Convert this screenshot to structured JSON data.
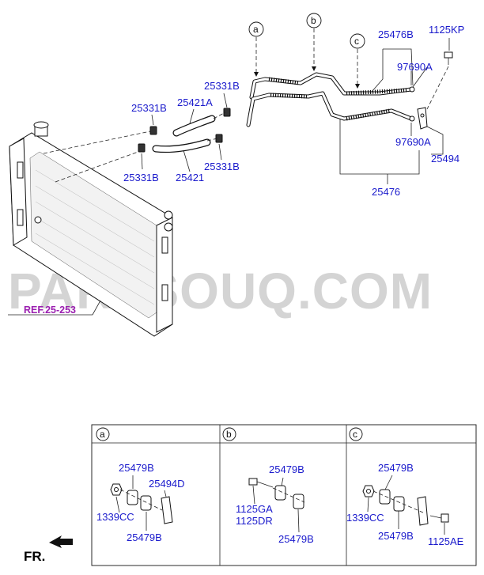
{
  "watermark": "PARTSOUQ.COM",
  "callouts": {
    "a": "a",
    "b": "b",
    "c": "c"
  },
  "labels": {
    "p_25476B": "25476B",
    "p_1125KP": "1125KP",
    "p_97690A_top": "97690A",
    "p_97690A_mid": "97690A",
    "p_25494": "25494",
    "p_25476": "25476",
    "p_25331B_top": "25331B",
    "p_25331B_left": "25331B",
    "p_25421A": "25421A",
    "p_25331B_lower_left": "25331B",
    "p_25421": "25421",
    "p_25331B_lower_right": "25331B",
    "ref": "REF.25-253"
  },
  "detail_panels": [
    {
      "key": "a",
      "labels": [
        "25479B",
        "25494D",
        "1339CC",
        "25479B"
      ]
    },
    {
      "key": "b",
      "labels": [
        "25479B",
        "1125GA",
        "1125DR",
        "25479B"
      ]
    },
    {
      "key": "c",
      "labels": [
        "25479B",
        "1339CC",
        "25479B",
        "1125AE"
      ]
    }
  ],
  "direction_label": "FR."
}
